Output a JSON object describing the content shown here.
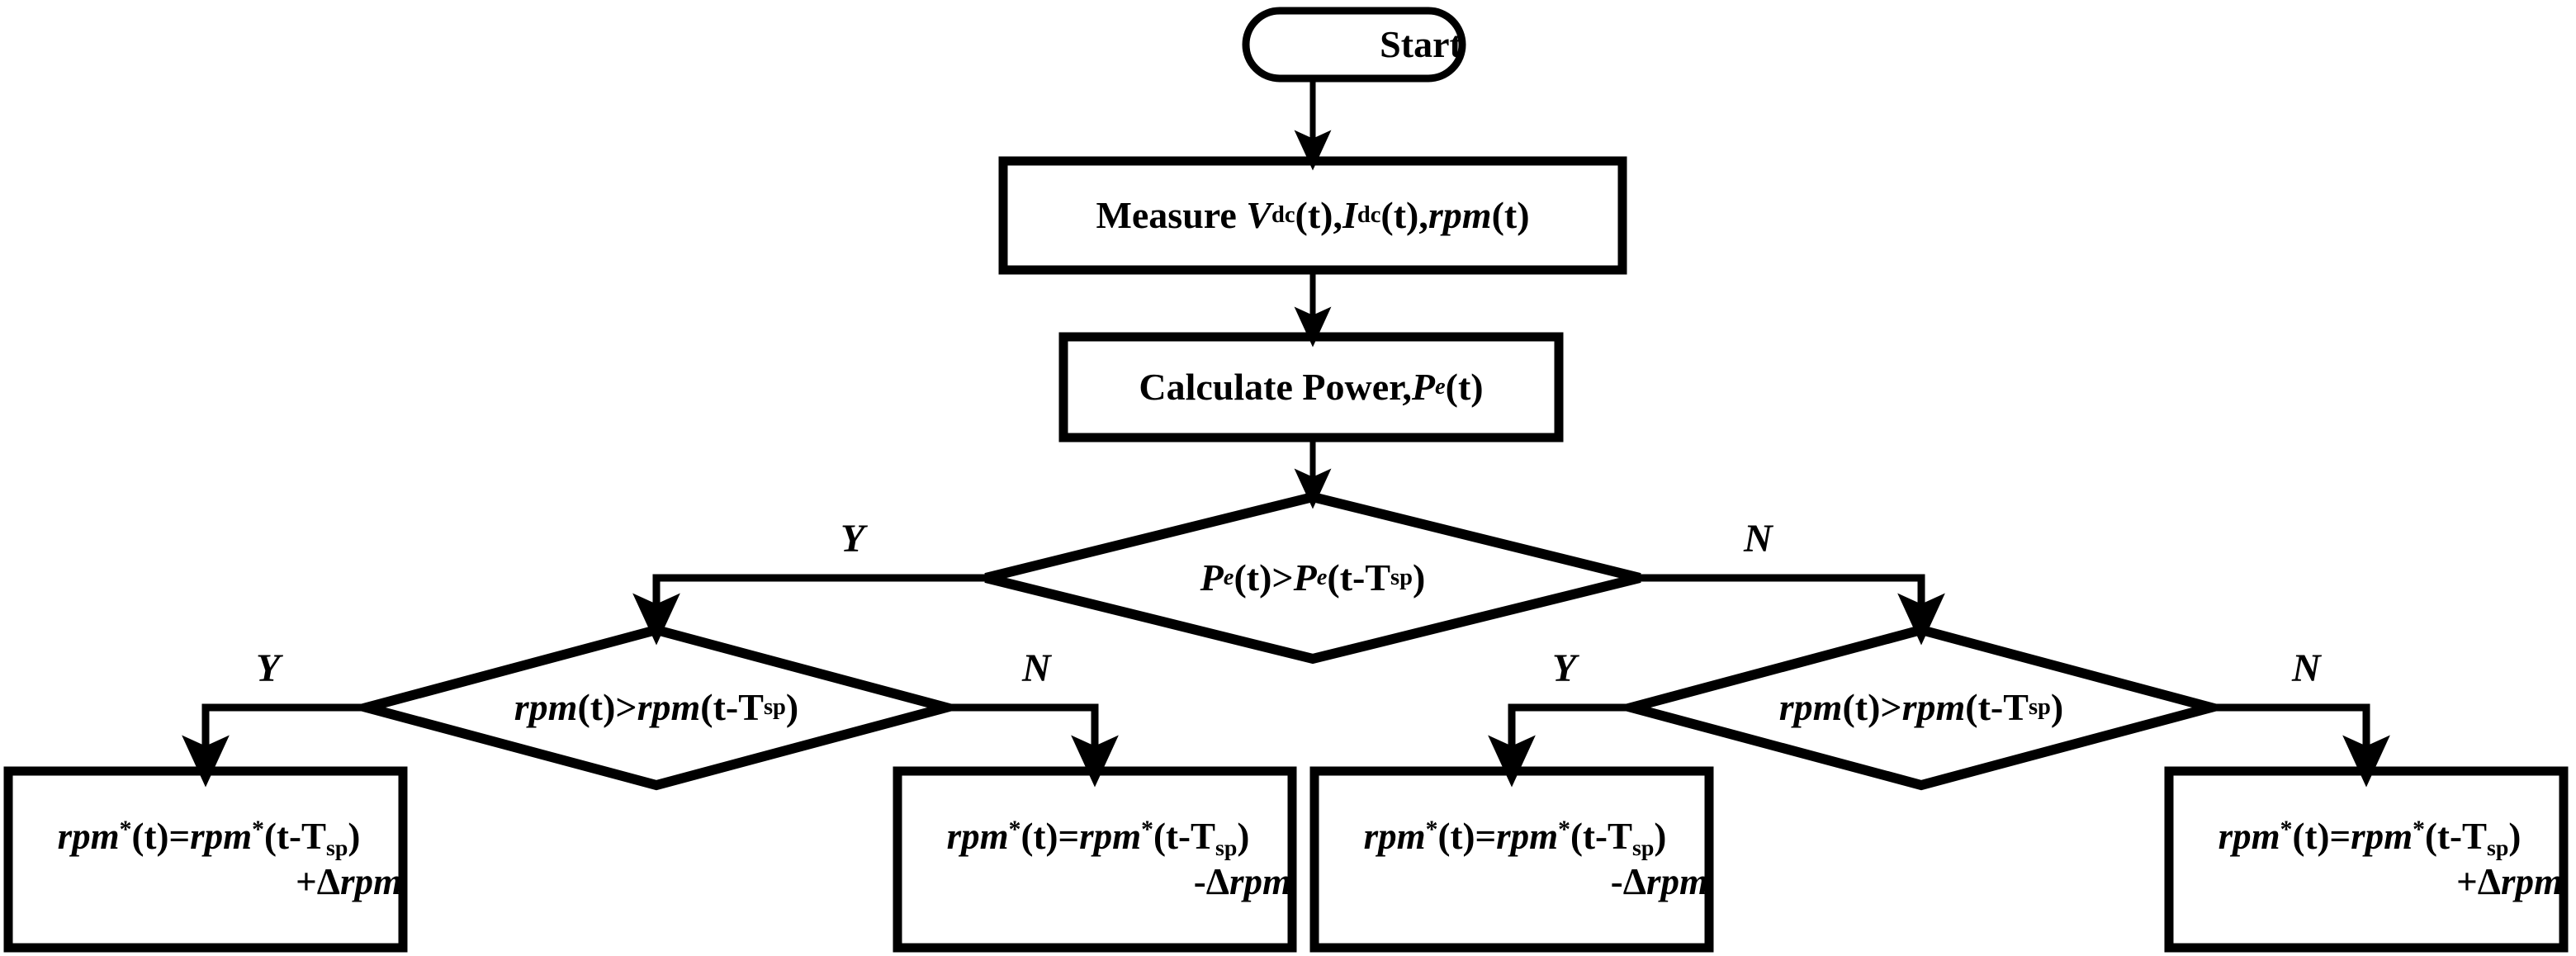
{
  "diagram": {
    "title_present": false,
    "type": "flowchart",
    "stroke_color": "#000000",
    "fill_color": "#ffffff",
    "background": "#ffffff"
  },
  "nodes": {
    "start": {
      "shape": "stadium",
      "label": "Start"
    },
    "measure": {
      "shape": "process",
      "label_plain": "Measure Vdc(t), Idc(t), rpm(t)",
      "label_html": "Measure&nbsp; <i class=\"v\">V</i><sub>dc</sub>(t), <i class=\"v\">I</i><sub>dc</sub>(t), <i class=\"v\">rpm</i>(t)"
    },
    "calculate": {
      "shape": "process",
      "label_plain": "Calculate Power, Pe(t)",
      "label_html": "Calculate Power, <i class=\"v\">P</i><sub><i class=\"v\">e</i></sub>(t)"
    },
    "decision_power": {
      "shape": "diamond",
      "label_plain": "Pe(t)> Pe(t-Tsp)",
      "label_html": "<i class=\"v\">P</i><sub><i class=\"v\">e</i></sub>(t)&gt; <i class=\"v\">P</i><sub><i class=\"v\">e</i></sub>(t-T<sub>sp</sub>)"
    },
    "decision_rpm_left": {
      "shape": "diamond",
      "label_plain": "rpm(t)> rpm(t-Tsp)",
      "label_html": "<i class=\"v\">rpm</i>(t)&gt; <i class=\"v\">rpm</i>(t-T<sub>sp</sub>)"
    },
    "decision_rpm_right": {
      "shape": "diamond",
      "label_plain": "rpm(t)> rpm(t-Tsp)",
      "label_html": "<i class=\"v\">rpm</i>(t)&gt; <i class=\"v\">rpm</i>(t-T<sub>sp</sub>)"
    },
    "result_1": {
      "shape": "process",
      "line1_plain": "rpm*(t)=rpm*(t-Tsp)",
      "line2_plain": "+Δrpm",
      "line1_html": "<i class=\"v\">rpm</i><sup>*</sup>(t)=<i class=\"v\">rpm</i><sup>*</sup>(t-T<sub>sp</sub>)",
      "line2_html": "+Δ<i class=\"v\">rpm</i>"
    },
    "result_2": {
      "shape": "process",
      "line1_plain": "rpm*(t)=rpm*(t-Tsp)",
      "line2_plain": "-Δrpm",
      "line1_html": "<i class=\"v\">rpm</i><sup>*</sup>(t)=<i class=\"v\">rpm</i><sup>*</sup>(t-T<sub>sp</sub>)",
      "line2_html": "-Δ<i class=\"v\">rpm</i>"
    },
    "result_3": {
      "shape": "process",
      "line1_plain": "rpm*(t)=rpm*(t-Tsp)",
      "line2_plain": "-Δrpm",
      "line1_html": "<i class=\"v\">rpm</i><sup>*</sup>(t)=<i class=\"v\">rpm</i><sup>*</sup>(t-T<sub>sp</sub>)",
      "line2_html": "-Δ<i class=\"v\">rpm</i>"
    },
    "result_4": {
      "shape": "process",
      "line1_plain": "rpm*(t)=rpm*(t-Tsp)",
      "line2_plain": "+Δrpm",
      "line1_html": "<i class=\"v\">rpm</i><sup>*</sup>(t)=<i class=\"v\">rpm</i><sup>*</sup>(t-T<sub>sp</sub>)",
      "line2_html": "+Δ<i class=\"v\">rpm</i>"
    }
  },
  "branch_labels": {
    "power_yes": "Y",
    "power_no": "N",
    "left_yes": "Y",
    "left_no": "N",
    "right_yes": "Y",
    "right_no": "N"
  }
}
